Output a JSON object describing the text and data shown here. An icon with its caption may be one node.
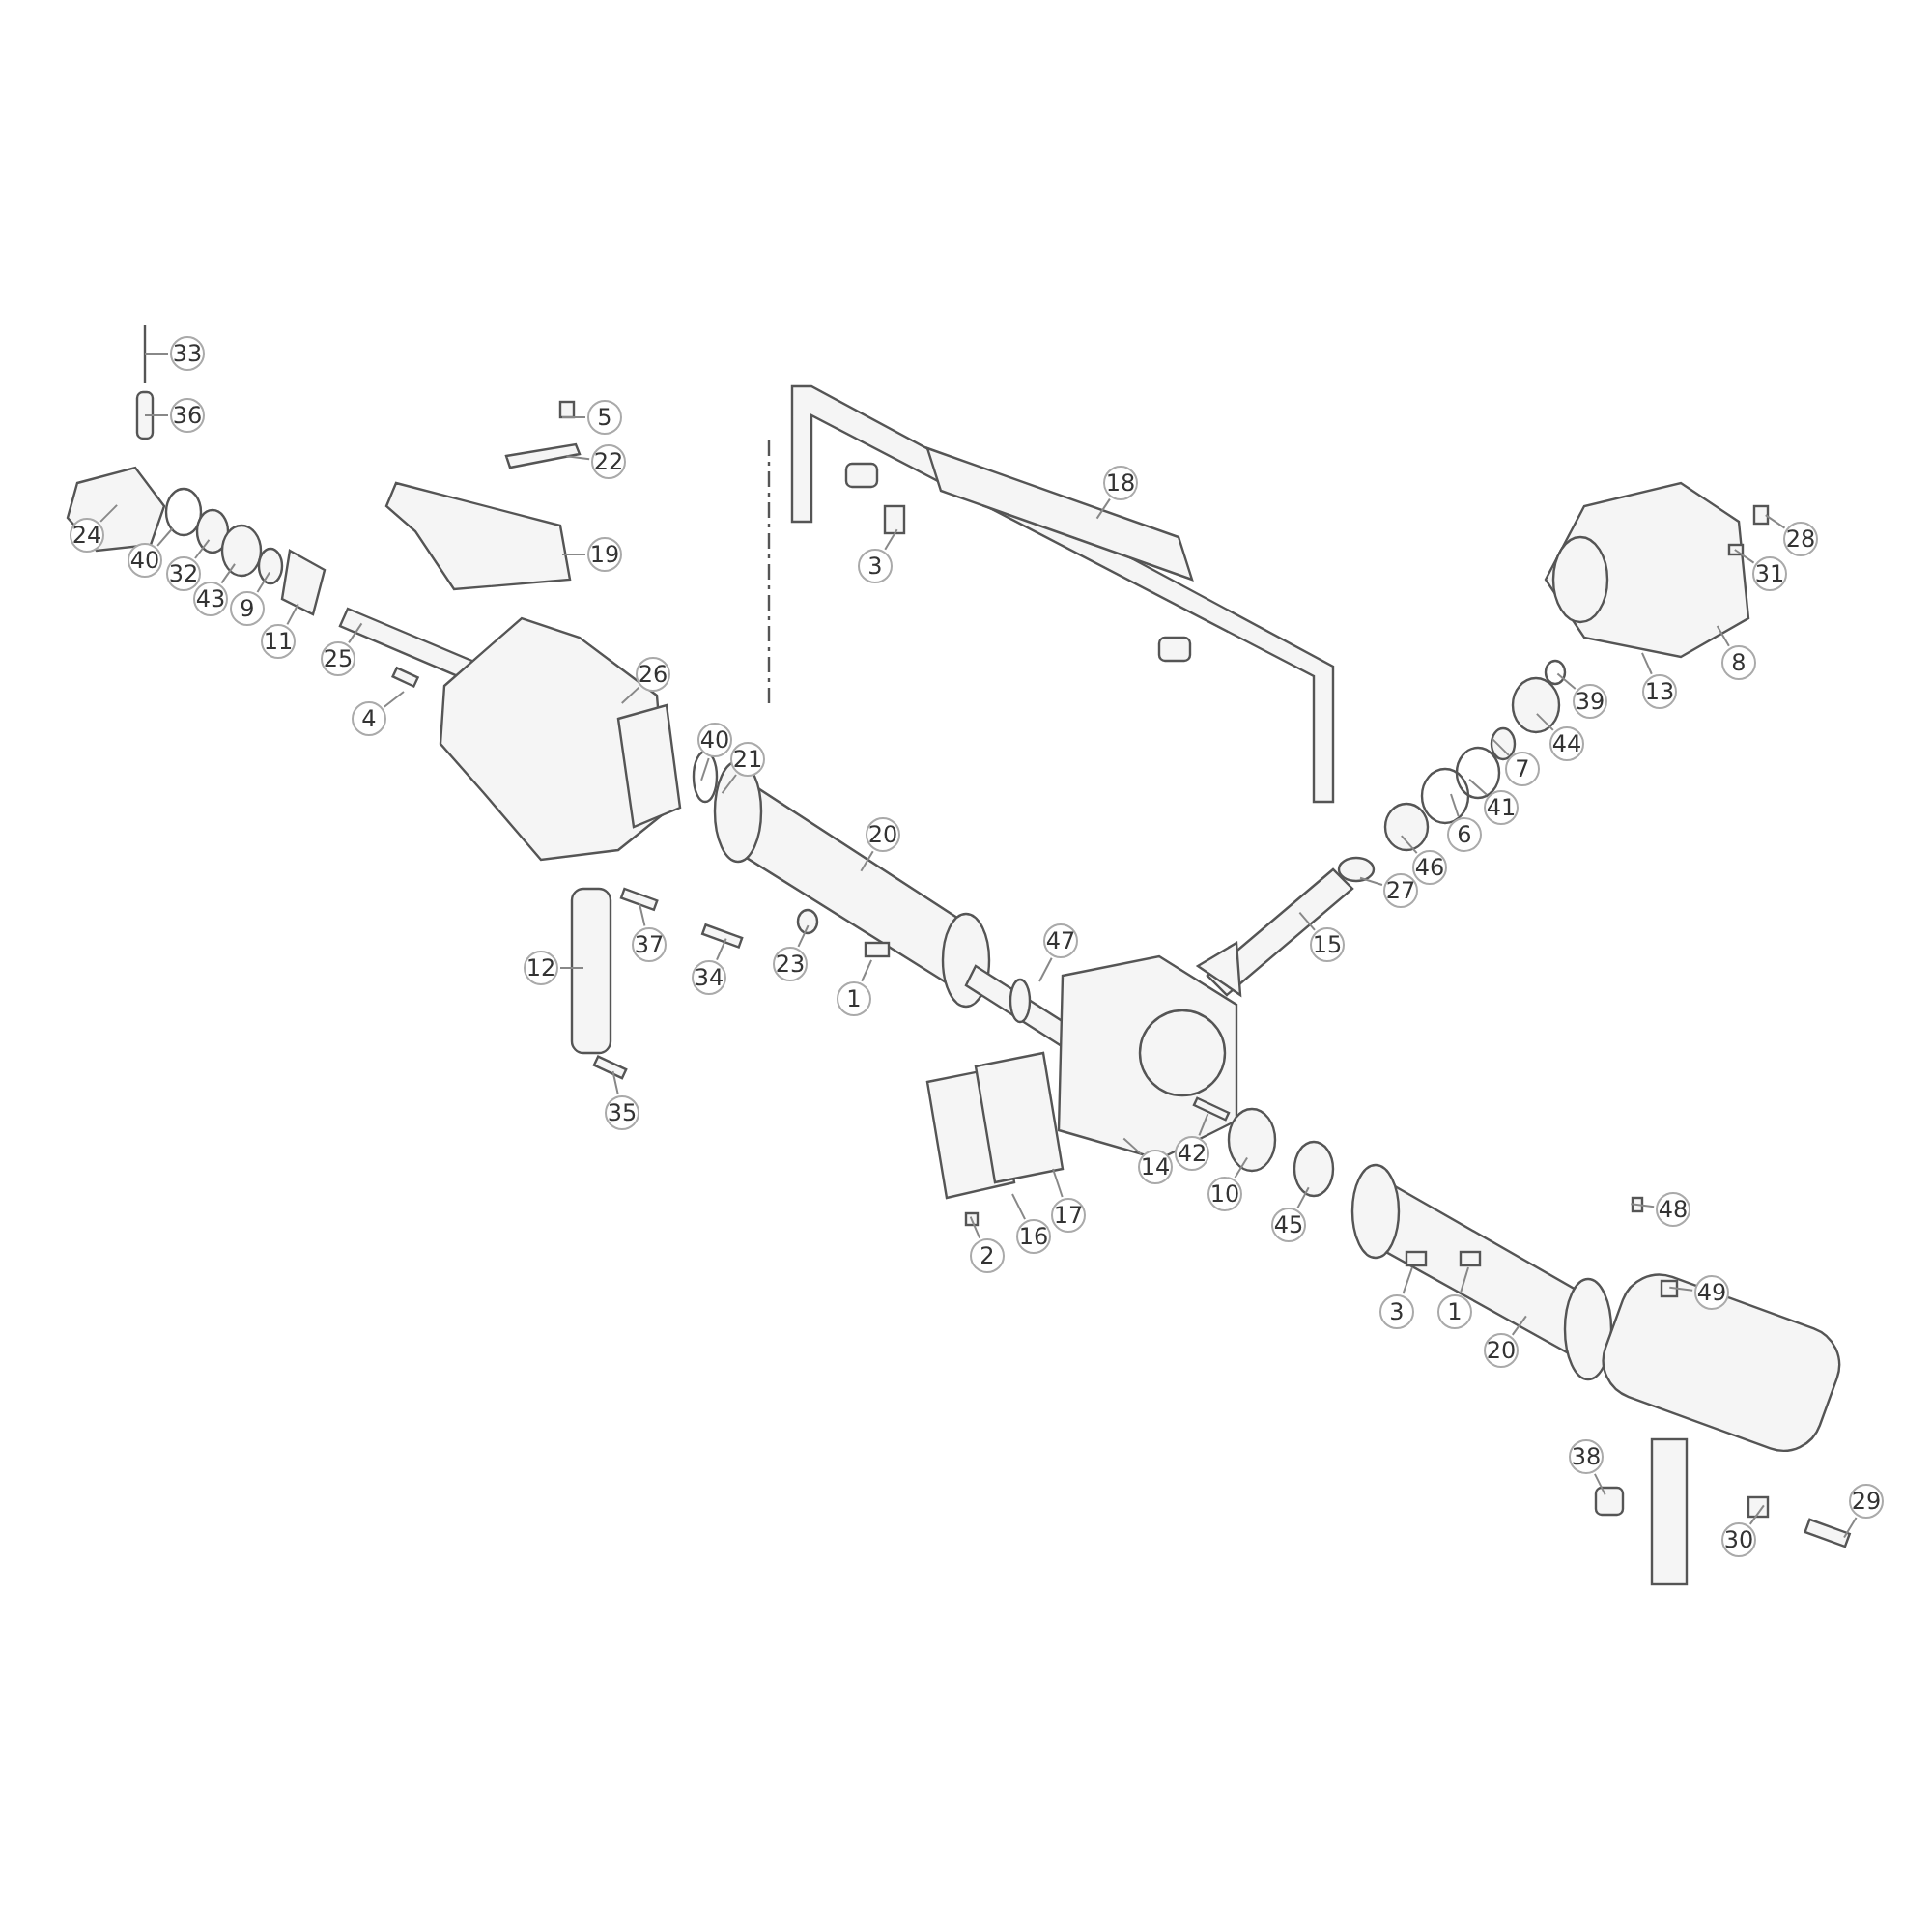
{
  "diagram": {
    "nodes": [
      {
        "text": [
          "33"
        ]
      },
      {
        "text": [
          "36"
        ]
      },
      {
        "text": [
          "5"
        ]
      },
      {
        "text": [
          "22"
        ]
      },
      {
        "text": [
          "18"
        ]
      },
      {
        "text": [
          "24"
        ]
      },
      {
        "text": [
          "28"
        ]
      },
      {
        "text": [
          "40"
        ]
      },
      {
        "text": [
          "3"
        ]
      },
      {
        "text": [
          "19"
        ]
      },
      {
        "text": [
          "32"
        ]
      },
      {
        "text": [
          "31"
        ]
      },
      {
        "text": [
          "43"
        ]
      },
      {
        "text": [
          "9"
        ]
      },
      {
        "text": [
          "11"
        ]
      },
      {
        "text": [
          "25"
        ]
      },
      {
        "text": [
          "8"
        ]
      },
      {
        "text": [
          "26"
        ]
      },
      {
        "text": [
          "13"
        ]
      },
      {
        "text": [
          "39"
        ]
      },
      {
        "text": [
          "4"
        ]
      },
      {
        "text": [
          "40"
        ]
      },
      {
        "text": [
          "44"
        ]
      },
      {
        "text": [
          "21"
        ]
      },
      {
        "text": [
          "7"
        ]
      },
      {
        "text": [
          "41"
        ]
      },
      {
        "text": [
          "6"
        ]
      },
      {
        "text": [
          "20"
        ]
      },
      {
        "text": [
          "46"
        ]
      },
      {
        "text": [
          "27"
        ]
      },
      {
        "text": [
          "47"
        ]
      },
      {
        "text": [
          "15"
        ]
      },
      {
        "text": [
          "12"
        ]
      },
      {
        "text": [
          "37"
        ]
      },
      {
        "text": [
          "23"
        ]
      },
      {
        "text": [
          "34"
        ]
      },
      {
        "text": [
          "1"
        ]
      },
      {
        "text": [
          "35"
        ]
      },
      {
        "text": [
          "42"
        ]
      },
      {
        "text": [
          "14"
        ]
      },
      {
        "text": [
          "10"
        ]
      },
      {
        "text": [
          "17"
        ]
      },
      {
        "text": [
          "16"
        ]
      },
      {
        "text": [
          "45"
        ]
      },
      {
        "text": [
          "2"
        ]
      },
      {
        "text": [
          "48"
        ]
      },
      {
        "text": [
          "49"
        ]
      },
      {
        "text": [
          "3"
        ]
      },
      {
        "text": [
          "1"
        ]
      },
      {
        "text": [
          "20"
        ]
      },
      {
        "text": [
          "38"
        ]
      },
      {
        "text": [
          "29"
        ]
      },
      {
        "text": [
          "30"
        ]
      }
    ],
    "edges": [
      {
        "from": 0,
        "to": null,
        "arrow": "none"
      },
      {
        "from": 1,
        "to": null,
        "arrow": "none"
      },
      {
        "from": 2,
        "to": null,
        "arrow": "none"
      },
      {
        "from": 3,
        "to": null,
        "arrow": "none"
      },
      {
        "from": 4,
        "to": null,
        "arrow": "none"
      },
      {
        "from": 5,
        "to": null,
        "arrow": "none"
      },
      {
        "from": 6,
        "to": null,
        "arrow": "none"
      },
      {
        "from": 7,
        "to": null,
        "arrow": "none"
      },
      {
        "from": 8,
        "to": null,
        "arrow": "none"
      },
      {
        "from": 9,
        "to": null,
        "arrow": "none"
      },
      {
        "from": 10,
        "to": null,
        "arrow": "none"
      },
      {
        "from": 11,
        "to": null,
        "arrow": "none"
      },
      {
        "from": 12,
        "to": null,
        "arrow": "none"
      },
      {
        "from": 13,
        "to": null,
        "arrow": "none"
      },
      {
        "from": 14,
        "to": null,
        "arrow": "none"
      },
      {
        "from": 15,
        "to": null,
        "arrow": "none"
      },
      {
        "from": 16,
        "to": null,
        "arrow": "none"
      },
      {
        "from": 17,
        "to": null,
        "arrow": "none"
      },
      {
        "from": 18,
        "to": null,
        "arrow": "none"
      },
      {
        "from": 19,
        "to": null,
        "arrow": "none"
      },
      {
        "from": 20,
        "to": null,
        "arrow": "none"
      },
      {
        "from": 21,
        "to": null,
        "arrow": "none"
      },
      {
        "from": 22,
        "to": null,
        "arrow": "none"
      },
      {
        "from": 23,
        "to": null,
        "arrow": "none"
      },
      {
        "from": 24,
        "to": null,
        "arrow": "none"
      },
      {
        "from": 25,
        "to": null,
        "arrow": "none"
      },
      {
        "from": 26,
        "to": null,
        "arrow": "none"
      },
      {
        "from": 27,
        "to": null,
        "arrow": "none"
      },
      {
        "from": 28,
        "to": null,
        "arrow": "none"
      },
      {
        "from": 29,
        "to": null,
        "arrow": "none"
      },
      {
        "from": 30,
        "to": null,
        "arrow": "none"
      },
      {
        "from": 31,
        "to": null,
        "arrow": "none"
      },
      {
        "from": 32,
        "to": null,
        "arrow": "none"
      },
      {
        "from": 33,
        "to": null,
        "arrow": "none"
      },
      {
        "from": 34,
        "to": null,
        "arrow": "none"
      },
      {
        "from": 35,
        "to": null,
        "arrow": "none"
      },
      {
        "from": 36,
        "to": null,
        "arrow": "none"
      },
      {
        "from": 37,
        "to": null,
        "arrow": "none"
      },
      {
        "from": 38,
        "to": null,
        "arrow": "none"
      },
      {
        "from": 39,
        "to": null,
        "arrow": "none"
      },
      {
        "from": 40,
        "to": null,
        "arrow": "none"
      },
      {
        "from": 41,
        "to": null,
        "arrow": "none"
      },
      {
        "from": 42,
        "to": null,
        "arrow": "none"
      },
      {
        "from": 43,
        "to": null,
        "arrow": "none"
      },
      {
        "from": 44,
        "to": null,
        "arrow": "none"
      },
      {
        "from": 45,
        "to": null,
        "arrow": "none"
      },
      {
        "from": 46,
        "to": null,
        "arrow": "none"
      },
      {
        "from": 47,
        "to": null,
        "arrow": "none"
      },
      {
        "from": 48,
        "to": null,
        "arrow": "none"
      },
      {
        "from": 49,
        "to": null,
        "arrow": "none"
      },
      {
        "from": 50,
        "to": null,
        "arrow": "none"
      },
      {
        "from": 51,
        "to": null,
        "arrow": "none"
      },
      {
        "from": 52,
        "to": null,
        "arrow": "none"
      }
    ]
  }
}
